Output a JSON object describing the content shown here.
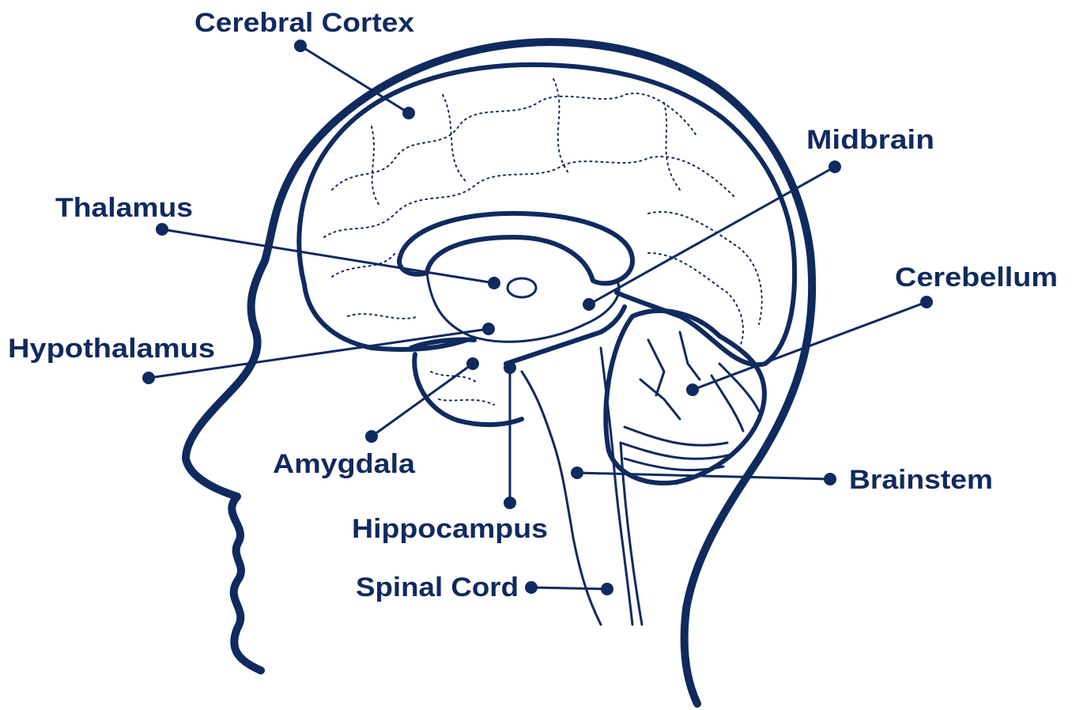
{
  "colors": {
    "ink": "#0f2a5e",
    "background": "#ffffff"
  },
  "labels": {
    "cerebral_cortex": "Cerebral Cortex",
    "midbrain": "Midbrain",
    "thalamus": "Thalamus",
    "cerebellum": "Cerebellum",
    "hypothalamus": "Hypothalamus",
    "amygdala": "Amygdala",
    "brainstem": "Brainstem",
    "hippocampus": "Hippocampus",
    "spinal_cord": "Spinal Cord"
  }
}
